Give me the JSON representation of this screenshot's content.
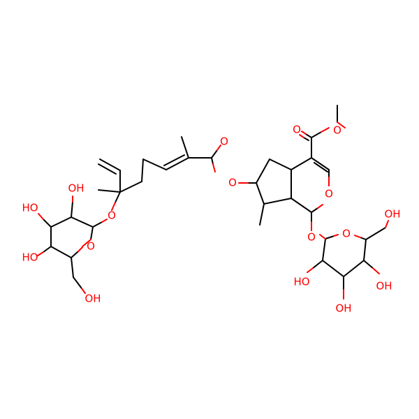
{
  "diagram": {
    "type": "chemical-structure",
    "colors": {
      "bond": "#000000",
      "heteroatom_oxygen": "#ff0000",
      "background": "#ffffff"
    },
    "labels": {
      "ester_carbonyl_o": "O",
      "ester_methoxy_o": "O",
      "pyran_o": "O",
      "acyl_carbonyl_o": "O",
      "acyl_ester_o": "O",
      "ether_o_left": "O",
      "glc_left_ring_o": "O",
      "glc_left_oh_2": "OH",
      "glc_left_oh_3": "HO",
      "glc_left_oh_4": "HO",
      "glc_left_ch2oh": "OH",
      "glycoside_o_right": "O",
      "glc_right_ring_o": "O",
      "glc_right_ch2oh": "OH",
      "glc_right_oh_2": "HO",
      "glc_right_oh_3": "OH",
      "glc_right_oh_4": "OH"
    }
  }
}
